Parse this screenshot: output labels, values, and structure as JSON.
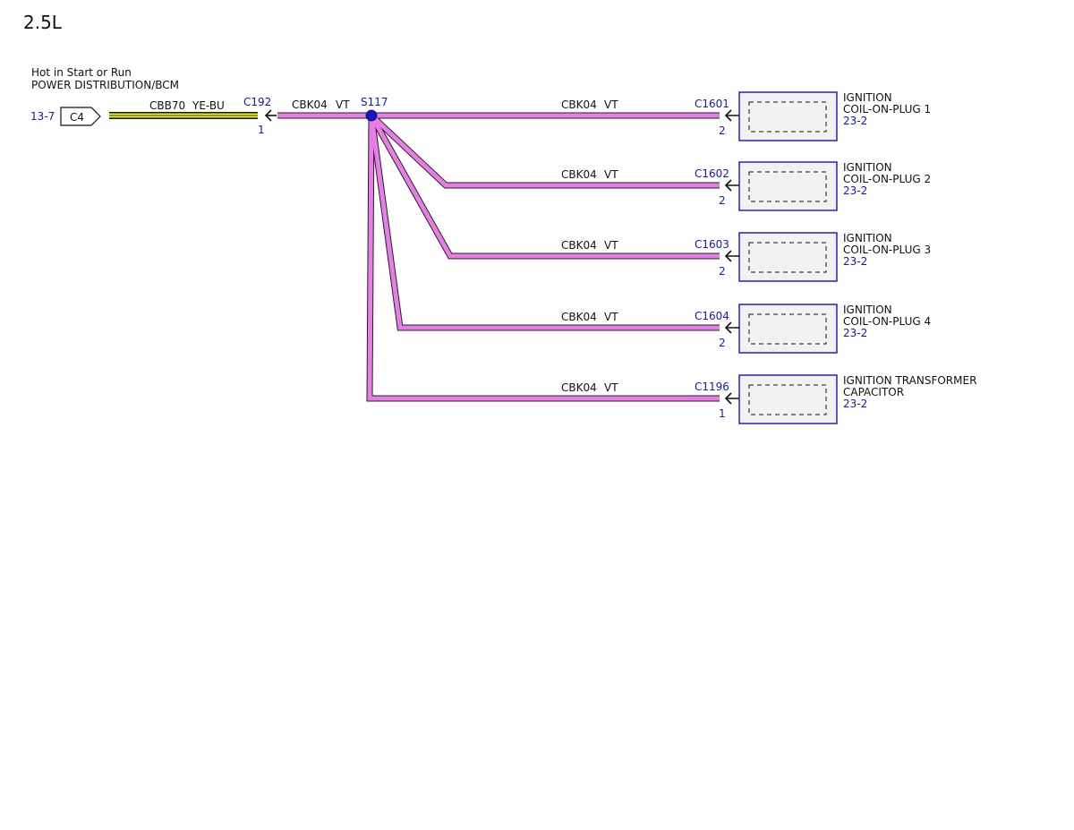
{
  "page_title": "2.5L",
  "source": {
    "condition": "Hot in Start or Run",
    "name": "POWER DISTRIBUTION/BCM",
    "ref": "13-7",
    "connector": "C4"
  },
  "feed_wire": {
    "circuit": "CBB70",
    "color": "YE-BU"
  },
  "inline_connector": {
    "id": "C192",
    "pin": "1"
  },
  "trunk_wire": {
    "circuit": "CBK04",
    "color": "VT"
  },
  "splice": {
    "id": "S117"
  },
  "colors": {
    "violet_wire": "#e87de8",
    "yellow_wire": "#e8e830",
    "blue_label": "#1414c8",
    "component_fill": "#f2f2f2",
    "component_border": "#1414c8"
  },
  "branches": [
    {
      "circuit": "CBK04",
      "color": "VT",
      "connector": "C1601",
      "pin": "2",
      "component_lines": [
        "IGNITION",
        "COIL-ON-PLUG 1"
      ],
      "ref": "23-2"
    },
    {
      "circuit": "CBK04",
      "color": "VT",
      "connector": "C1602",
      "pin": "2",
      "component_lines": [
        "IGNITION",
        "COIL-ON-PLUG 2"
      ],
      "ref": "23-2"
    },
    {
      "circuit": "CBK04",
      "color": "VT",
      "connector": "C1603",
      "pin": "2",
      "component_lines": [
        "IGNITION",
        "COIL-ON-PLUG 3"
      ],
      "ref": "23-2"
    },
    {
      "circuit": "CBK04",
      "color": "VT",
      "connector": "C1604",
      "pin": "2",
      "component_lines": [
        "IGNITION",
        "COIL-ON-PLUG 4"
      ],
      "ref": "23-2"
    },
    {
      "circuit": "CBK04",
      "color": "VT",
      "connector": "C1196",
      "pin": "1",
      "component_lines": [
        "IGNITION TRANSFORMER",
        "CAPACITOR"
      ],
      "ref": "23-2"
    }
  ]
}
